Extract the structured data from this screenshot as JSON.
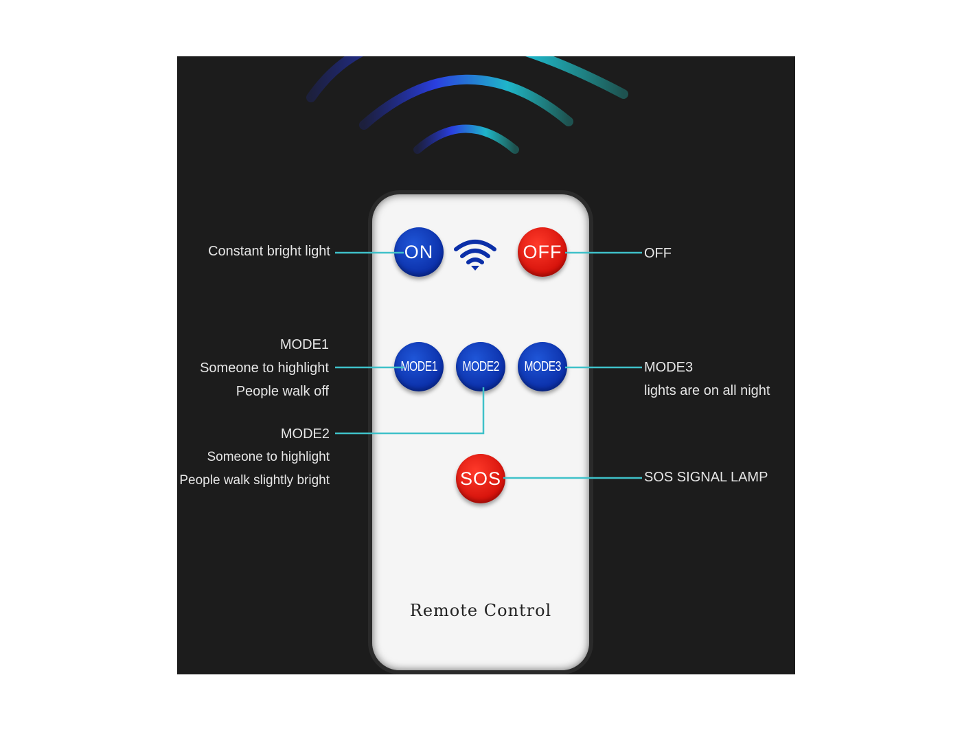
{
  "remote": {
    "title": "Remote Control",
    "buttons": {
      "on": "ON",
      "off": "OFF",
      "mode1": "MODE1",
      "mode2": "MODE2",
      "mode3": "MODE3",
      "sos": "SOS"
    }
  },
  "callouts": {
    "on": "Constant bright light",
    "off": "OFF",
    "mode1": {
      "title": "MODE1",
      "line1": "Someone to highlight",
      "line2": "People walk off"
    },
    "mode2": {
      "title": "MODE2",
      "line1": "Someone to highlight",
      "line2": "People walk slightly bright"
    },
    "mode3": {
      "title": "MODE3",
      "line1": "lights are on all night"
    },
    "sos": "SOS SIGNAL LAMP"
  },
  "colors": {
    "background": "#1c1c1c",
    "remote_body": "#f5f5f5",
    "button_blue": "#1545c8",
    "button_red": "#e8180e",
    "leader_line": "#3fc1c9"
  }
}
